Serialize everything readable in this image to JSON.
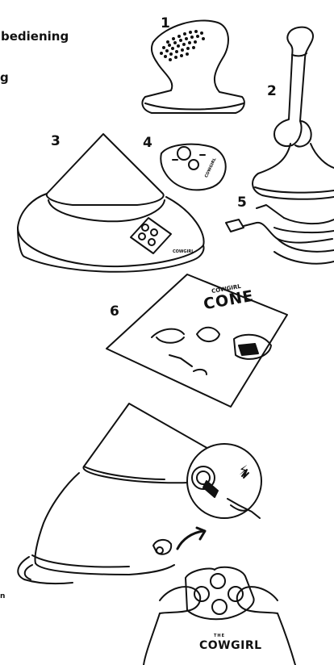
{
  "left_text": {
    "line1": "bediening",
    "line2": "g",
    "line3": "n"
  },
  "part_numbers": [
    "1",
    "2",
    "3",
    "4",
    "5",
    "6"
  ],
  "brand": {
    "the": "THE",
    "name": "COWGIRL",
    "booklet_title": "CONE",
    "booklet_brand": "COWGIRL",
    "remote_brand": "COWGIRL",
    "base_brand": "COWGIRL"
  },
  "icons": {
    "bolt": "⚡"
  },
  "colors": {
    "ink": "#111111",
    "paper": "#ffffff"
  }
}
